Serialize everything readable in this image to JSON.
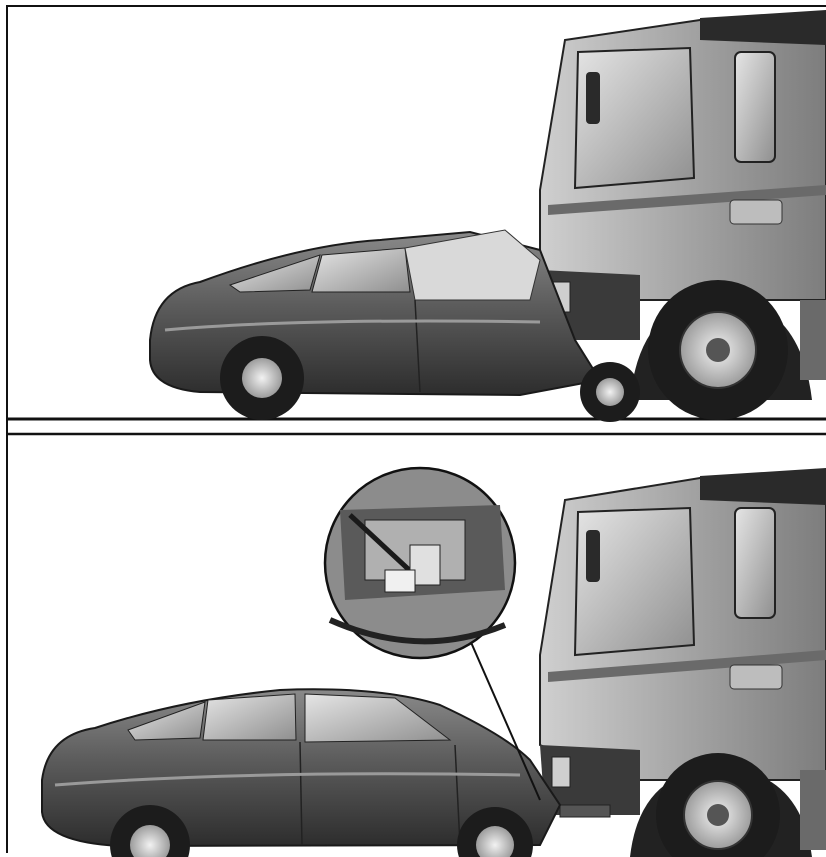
{
  "figure": {
    "panels": [
      {
        "id": "top",
        "scene": "truck-underride-collision"
      },
      {
        "id": "bottom",
        "scene": "truck-underrun-protection"
      }
    ],
    "colors": {
      "background": "#ffffff",
      "ink": "#111111",
      "car_body": "#5c5c5c",
      "car_dark": "#2d2d2d",
      "truck_cab": "#9a9a9a",
      "truck_dark": "#3a3a3a",
      "glass": "#b9b9b9",
      "wheel": "#1c1c1c",
      "hub": "#d6d6d6"
    },
    "icons": [
      "zoom-detail-circle"
    ]
  }
}
